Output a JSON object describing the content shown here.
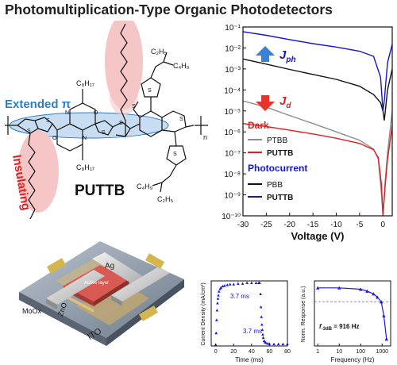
{
  "title": "Photomultiplication-Type Organic Photodetectors",
  "molecule": {
    "name": "PUTTB",
    "extended_label": "Extended π",
    "insulating_label": "Insulating",
    "substituent_c8": "C₈H₁₇",
    "substituent_c2": "C₂H₅",
    "substituent_c4": "C₄H₉",
    "repeat_n": "n",
    "colors": {
      "extended": "#2b7fc3",
      "insulating": "#e02020",
      "highlight_blue": "#c9ddf2",
      "highlight_red": "#f6c6c6"
    }
  },
  "device": {
    "labels": {
      "ag": "Ag",
      "active": "Active layer",
      "moox": "MoOx",
      "zno": "ZnO",
      "ito": "ITO"
    }
  },
  "chart_data": [
    {
      "type": "line",
      "xlabel": "Voltage (V)",
      "ylabel": "",
      "xlim": [
        -30,
        2
      ],
      "ylim": [
        1e-10,
        0.1
      ],
      "yscale": "log",
      "x_ticks": [
        "-30",
        "-25",
        "-20",
        "-15",
        "-10",
        "-5",
        "0"
      ],
      "y_ticks": [
        "10⁻¹",
        "10⁻²",
        "10⁻³",
        "10⁻⁴",
        "10⁻⁵",
        "10⁻⁶",
        "10⁻⁷",
        "10⁻⁸",
        "10⁻⁹",
        "10⁻¹⁰"
      ],
      "grid": false,
      "annotations": {
        "jph": "J",
        "jph_sub": "ph",
        "jd": "J",
        "jd_sub": "d"
      },
      "legend": {
        "dark_title": "Dark",
        "photo_title": "Photocurrent",
        "entries": [
          {
            "name": "PTBB",
            "color": "#8c8c8c"
          },
          {
            "name": "PUTTB",
            "color": "#e02020"
          },
          {
            "name": "PBB",
            "color": "#111111"
          },
          {
            "name": "PUTTB",
            "color": "#1414d6"
          }
        ]
      },
      "series": [
        {
          "name": "PTBB",
          "color": "#8c8c8c",
          "x": [
            -30,
            -25,
            -20,
            -15,
            -10,
            -5,
            -2,
            -1,
            -0.3,
            0,
            0.5,
            1,
            2
          ],
          "y": [
            3e-05,
            1.5e-05,
            6e-06,
            2.5e-06,
            1e-06,
            4e-07,
            1.5e-07,
            5e-08,
            1e-09,
            1e-10,
            5e-09,
            1e-07,
            1e-05
          ]
        },
        {
          "name": "PUTTB",
          "color": "#e02020",
          "x": [
            -30,
            -25,
            -20,
            -15,
            -10,
            -5,
            -2,
            -1,
            -0.3,
            0,
            0.5,
            1,
            2
          ],
          "y": [
            2.5e-06,
            1.8e-06,
            1.2e-06,
            8e-07,
            5e-07,
            2.8e-07,
            1.4e-07,
            6e-08,
            3e-09,
            1e-10,
            3e-09,
            5e-08,
            2e-06
          ]
        },
        {
          "name": "PBB",
          "color": "#111111",
          "x": [
            -30,
            -25,
            -20,
            -15,
            -10,
            -5,
            -2,
            -0.5,
            0,
            0.3,
            0.6,
            1,
            2
          ],
          "y": [
            0.003,
            0.0017,
            0.00095,
            0.00055,
            0.00032,
            0.00015,
            6e-05,
            2.5e-05,
            1e-05,
            3.5e-06,
            1.5e-05,
            0.0001,
            0.001
          ]
        },
        {
          "name": "PUTTB",
          "color": "#1414d6",
          "x": [
            -30,
            -25,
            -20,
            -15,
            -10,
            -5,
            -2,
            -0.5,
            0,
            0.3,
            0.6,
            1,
            2
          ],
          "y": [
            0.06,
            0.04,
            0.025,
            0.016,
            0.011,
            0.007,
            0.004,
            0.0004,
            1e-05,
            3e-05,
            0.0002,
            0.002,
            0.015
          ]
        }
      ]
    },
    {
      "type": "scatter",
      "xlabel": "Time (ms)",
      "ylabel": "Current Density (mA/cm²)",
      "xlim": [
        -5,
        80
      ],
      "ylim": [
        0,
        1
      ],
      "x_ticks": [
        "0",
        "20",
        "40",
        "60",
        "80"
      ],
      "annotations": [
        "3.7 ms",
        "3.7 ms"
      ],
      "color": "#1a1adc",
      "x": [
        0,
        0.5,
        1,
        1.5,
        2,
        2.5,
        3,
        3.7,
        5,
        6,
        8,
        10,
        13,
        16,
        20,
        25,
        30,
        35,
        40,
        45,
        48,
        49,
        50,
        50.5,
        51,
        51.5,
        52,
        52.5,
        53,
        54,
        55,
        56,
        58,
        60,
        65,
        70,
        75,
        80
      ],
      "y": [
        0.02,
        0.2,
        0.4,
        0.55,
        0.66,
        0.73,
        0.78,
        0.84,
        0.88,
        0.9,
        0.92,
        0.93,
        0.94,
        0.95,
        0.95,
        0.96,
        0.96,
        0.97,
        0.97,
        0.97,
        0.97,
        0.97,
        0.8,
        0.6,
        0.45,
        0.33,
        0.25,
        0.18,
        0.13,
        0.08,
        0.06,
        0.05,
        0.04,
        0.035,
        0.03,
        0.03,
        0.03,
        0.03
      ]
    },
    {
      "type": "line",
      "xlabel": "Frequency (Hz)",
      "ylabel": "Norm. Response (a.u.)",
      "xscale": "log",
      "xlim": [
        0.7,
        2500
      ],
      "ylim": [
        -12.5,
        1.5
      ],
      "x_ticks": [
        "1",
        "10",
        "100",
        "1000"
      ],
      "annotation_main": "f",
      "annotation_sub": "-3dB",
      "annotation_value": " = 916 Hz",
      "reference_line_y": -3,
      "color": "#1a1adc",
      "x": [
        1,
        10,
        100,
        200,
        400,
        600,
        916,
        1200,
        1600
      ],
      "y": [
        0,
        0,
        -0.3,
        -0.7,
        -1.3,
        -2.0,
        -3.0,
        -6.0,
        -11.0
      ]
    }
  ]
}
